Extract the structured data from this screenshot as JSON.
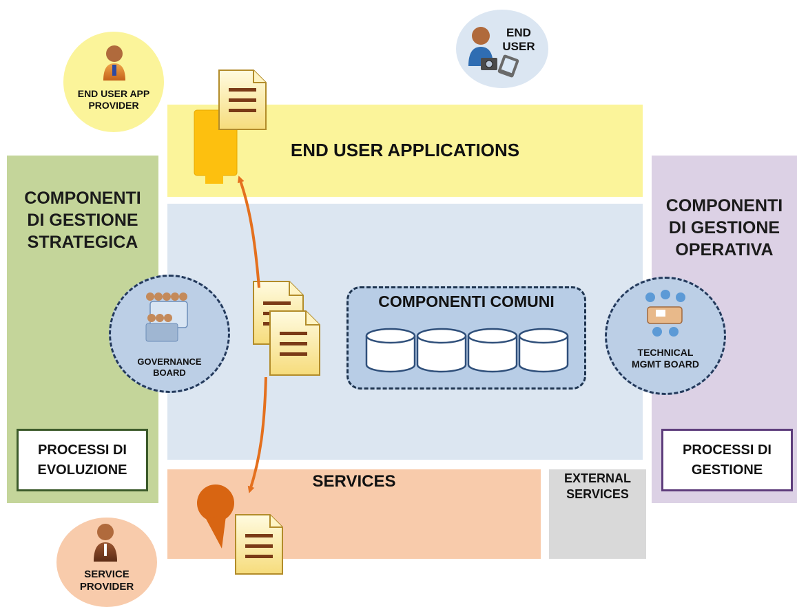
{
  "bands": {
    "end_user_applications": "END USER APPLICATIONS",
    "componenti_strategica": [
      "COMPONENTI",
      "DI GESTIONE",
      "STRATEGICA"
    ],
    "componenti_operativa": [
      "COMPONENTI",
      "DI GESTIONE",
      "OPERATIVA"
    ],
    "services": "SERVICES",
    "external_services": [
      "EXTERNAL",
      "SERVICES"
    ]
  },
  "boxes": {
    "processi_evoluzione": [
      "PROCESSI DI",
      "EVOLUZIONE"
    ],
    "processi_gestione": [
      "PROCESSI DI",
      "GESTIONE"
    ],
    "componenti_comuni": "COMPONENTI COMUNI"
  },
  "actors": {
    "end_user_app_provider": [
      "END USER APP",
      "PROVIDER"
    ],
    "end_user": [
      "END",
      "USER"
    ],
    "service_provider": [
      "SERVICE",
      "PROVIDER"
    ],
    "governance_board": [
      "GOVERNANCE",
      "BOARD"
    ],
    "technical_board": [
      "TECHNICAL",
      "MGMT BOARD"
    ]
  },
  "colors": {
    "strategic": "#c4d59a",
    "applications": "#fbf49a",
    "core": "#dce6f1",
    "operational": "#dcd1e5",
    "services": "#f8cbab",
    "external": "#d9d9d9",
    "arrow": "#e4701e",
    "board_circle": "#bccfe6"
  },
  "icons": [
    "person-icon",
    "camera-icon",
    "phone-icon",
    "document-icon",
    "meeting-icon",
    "database-icon",
    "map-marker-icon",
    "bookmark-icon"
  ]
}
